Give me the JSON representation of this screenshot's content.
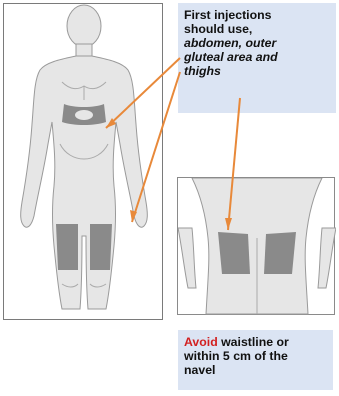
{
  "callouts": {
    "first_injections": {
      "line1": "First injections",
      "line2": "should use,",
      "line3": "abdomen, outer",
      "line4": "gluteal area and",
      "line5": "thighs"
    },
    "avoid": {
      "avoid_word": "Avoid",
      "rest1": " waistline or",
      "rest2": "within 5 cm of the",
      "rest3": "navel"
    }
  },
  "colors": {
    "body_fill": "#e6e6e6",
    "body_outline": "#9a9a9a",
    "injection_site": "#8a8a8a",
    "arrow": "#e8893a",
    "callout_bg": "#dbe4f3",
    "avoid_red": "#d21f1f"
  }
}
